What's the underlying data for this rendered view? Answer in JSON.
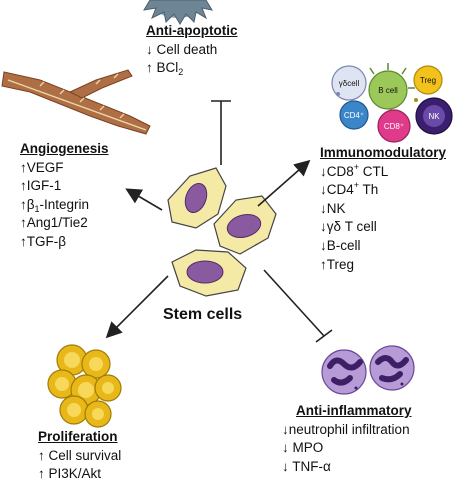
{
  "center": {
    "label": "Stem cells"
  },
  "anti_apoptotic": {
    "heading": "Anti-apoptotic",
    "items": [
      {
        "arrow": "↓",
        "text": "Cell death"
      },
      {
        "arrow": "↑",
        "text": "BCl",
        "sub": "2"
      }
    ]
  },
  "angiogenesis": {
    "heading": "Angiogenesis",
    "items": [
      {
        "arrow": "↑",
        "text": "VEGF"
      },
      {
        "arrow": "↑",
        "text": "IGF-1"
      },
      {
        "arrow": "↑",
        "text": "β",
        "sub": "1",
        "tail": "-Integrin"
      },
      {
        "arrow": "↑",
        "text": "Ang1/Tie2"
      },
      {
        "arrow": "↑",
        "text": "TGF-β"
      }
    ]
  },
  "immunomodulatory": {
    "heading": "Immunomodulatory",
    "items": [
      {
        "arrow": "↓",
        "text": "CD8",
        "sup": "+",
        "tail": " CTL"
      },
      {
        "arrow": "↓",
        "text": "CD4",
        "sup": "+",
        "tail": " Th"
      },
      {
        "arrow": "↓",
        "text": "NK"
      },
      {
        "arrow": "↓",
        "text": "γδ T cell"
      },
      {
        "arrow": "↓",
        "text": "B-cell"
      },
      {
        "arrow": "↑",
        "text": "Treg"
      }
    ],
    "cell_labels": [
      "γδcell",
      "B cell",
      "Treg",
      "CD4⁺",
      "CD8⁺",
      "NK"
    ]
  },
  "anti_inflammatory": {
    "heading": "Anti-inflammatory",
    "items": [
      {
        "arrow": "↓",
        "text": "neutrophil infiltration"
      },
      {
        "arrow": "↓",
        "text": "MPO"
      },
      {
        "arrow": "↓",
        "text": "TNF-α"
      }
    ]
  },
  "proliferation": {
    "heading": "Proliferation",
    "items": [
      {
        "arrow": "↑",
        "text": "Cell survival"
      },
      {
        "arrow": "↑",
        "text": "PI3K/Akt"
      }
    ]
  },
  "colors": {
    "stem_cell_fill": "#f5e9a6",
    "stem_cell_nucleus": "#8a5aa0",
    "prolif_cell": "#e8b818",
    "neutrophil": "#7a4b9a",
    "vessel": "#b06e45",
    "line": "#222222"
  }
}
